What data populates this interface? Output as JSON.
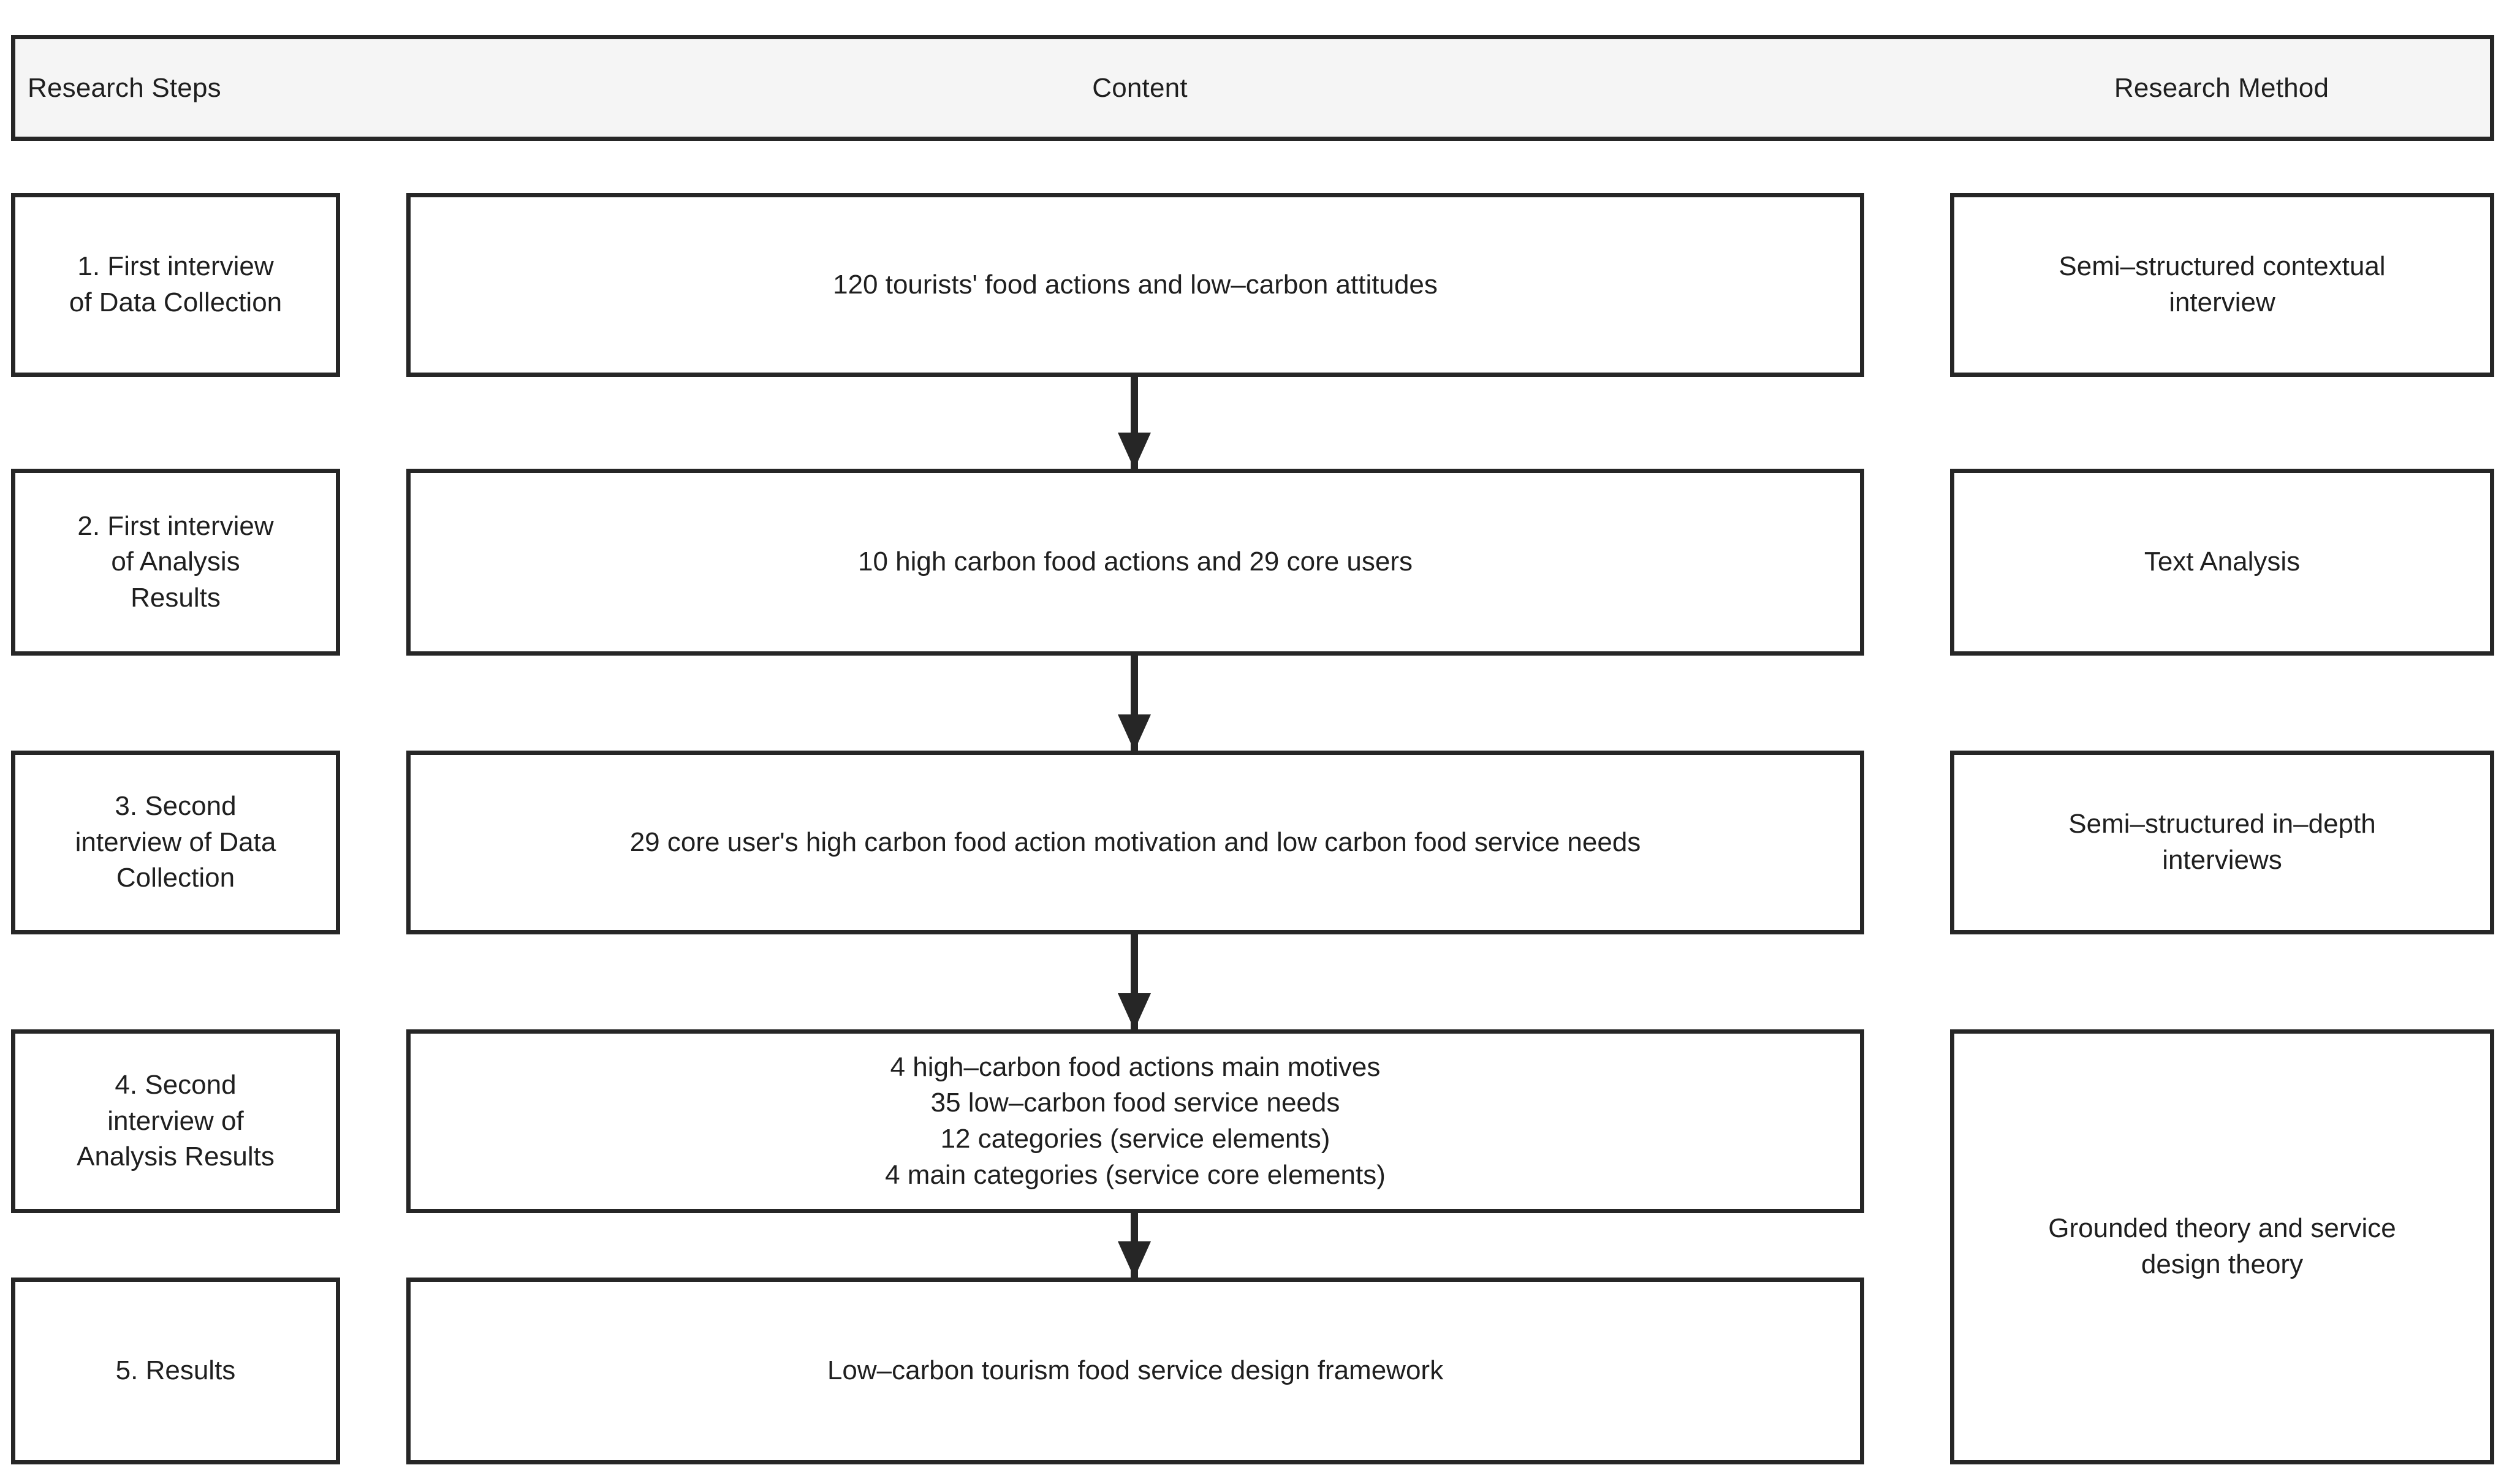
{
  "header": {
    "columns": [
      {
        "id": "research-steps",
        "label": "Research Steps"
      },
      {
        "id": "content",
        "label": "Content"
      },
      {
        "id": "research-method",
        "label": "Research Method"
      }
    ]
  },
  "rows": [
    {
      "step": "1. First interview\nof Data Collection",
      "content": "120 tourists' food actions and low–carbon attitudes",
      "method": "Semi–structured contextual\ninterview"
    },
    {
      "step": "2. First interview\nof Analysis\nResults",
      "content": "10 high carbon food actions and 29 core users",
      "method": "Text Analysis"
    },
    {
      "step": "3. Second\ninterview of Data\nCollection",
      "content": "29 core user's high carbon food action motivation and low carbon food service needs",
      "method": "Semi–structured in–depth\ninterviews"
    },
    {
      "step": "4. Second\ninterview of\nAnalysis Results",
      "content": "4 high–carbon food actions main motives\n35 low–carbon food service needs\n12 categories (service elements)\n4 main categories (service core elements)",
      "method": "Grounded theory and service\ndesign theory"
    },
    {
      "step": "5. Results",
      "content": "Low–carbon tourism food service design framework",
      "method": ""
    }
  ],
  "arrows": [
    {
      "id": "arrow-row1-to-row2",
      "label": "down-arrow"
    },
    {
      "id": "arrow-row2-to-row3",
      "label": "down-arrow"
    },
    {
      "id": "arrow-row3-to-row4",
      "label": "down-arrow"
    },
    {
      "id": "arrow-row4-to-row5",
      "label": "down-arrow"
    }
  ],
  "colors": {
    "border": "#262626",
    "header_background": "#f5f5f5",
    "text": "#1f1f1f",
    "page_background": "#ffffff"
  }
}
